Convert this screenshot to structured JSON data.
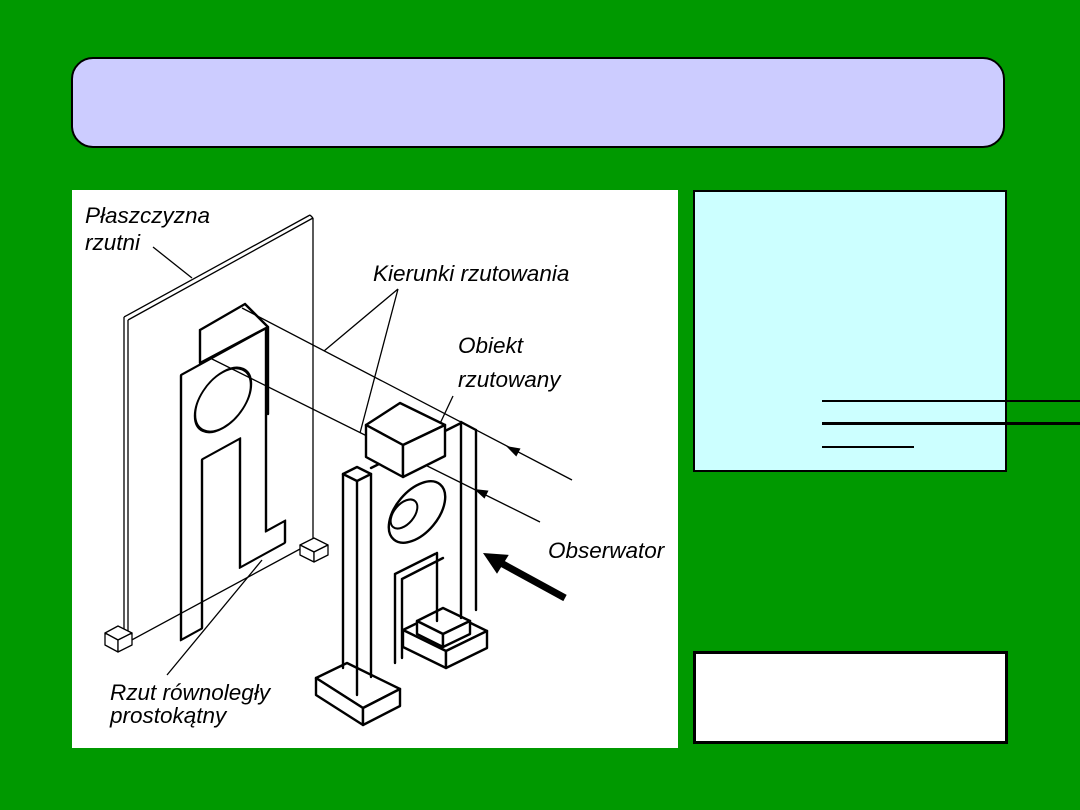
{
  "slide": {
    "background_color": "#009900",
    "title_box_color": "#CCCCFF",
    "content_box_color": "#CCFFFF",
    "note_box_color": "#FFFFFF",
    "title_text": ""
  },
  "diagram": {
    "labels": {
      "plane": {
        "line1": "Płaszczyzna",
        "line2": "rzutni"
      },
      "directions": {
        "line1": "Kierunki rzutowania"
      },
      "object": {
        "line1": "Obiekt",
        "line2": "rzutowany"
      },
      "observer": {
        "line1": "Obserwator"
      },
      "projection": {
        "line1": "Rzut równoległy",
        "line2": "prostokątny"
      }
    }
  }
}
